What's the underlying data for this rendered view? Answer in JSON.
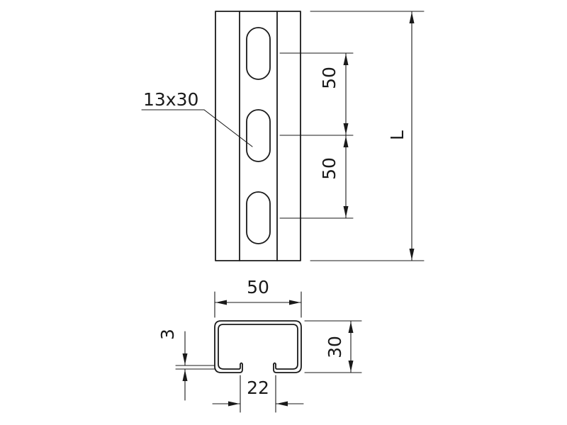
{
  "drawing": {
    "slot_callout": "13x30",
    "pitch_upper": "50",
    "pitch_lower": "50",
    "length": "L",
    "profile_width": "50",
    "profile_height": "30",
    "wall_thickness": "3",
    "slot_opening": "22"
  }
}
